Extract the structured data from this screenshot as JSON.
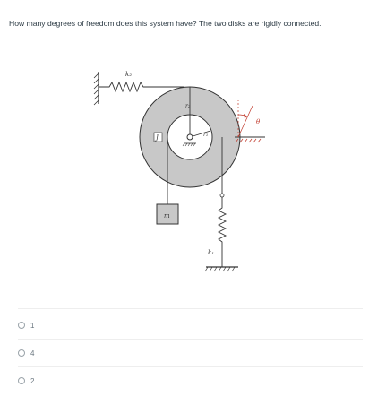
{
  "question": {
    "text": "How many degrees of freedom does this system have? The two disks are rigidly connected."
  },
  "figure": {
    "labels": {
      "k2": "k₂",
      "r2": "r₂",
      "r1": "r₁",
      "J": "J",
      "m": "m",
      "k1": "k₁",
      "theta": "θ"
    },
    "colors": {
      "disk": "#c8c8c8",
      "line": "#333333",
      "angle": "#c0392b"
    }
  },
  "answers": [
    {
      "label": "1"
    },
    {
      "label": "4"
    },
    {
      "label": "2"
    }
  ]
}
